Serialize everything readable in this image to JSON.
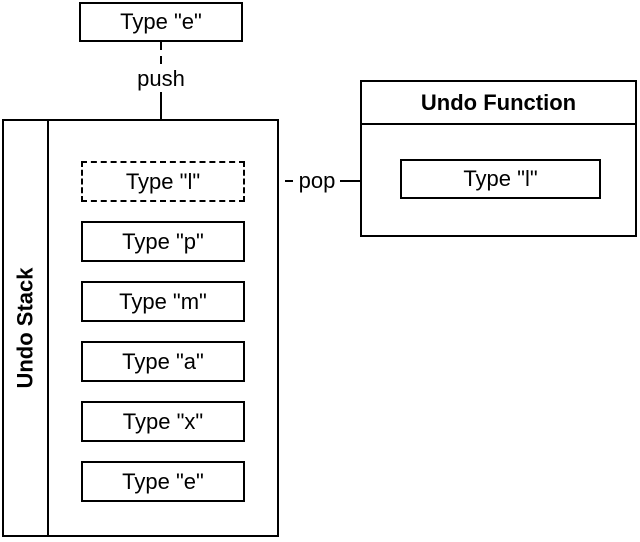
{
  "diagram": {
    "input_box": {
      "label": "Type \"e\""
    },
    "push_label": "push",
    "pop_label": "pop",
    "stack": {
      "title": "Undo Stack",
      "items": [
        {
          "label": "Type \"l\"",
          "border": "dashed"
        },
        {
          "label": "Type \"p\"",
          "border": "solid"
        },
        {
          "label": "Type \"m\"",
          "border": "solid"
        },
        {
          "label": "Type \"a\"",
          "border": "solid"
        },
        {
          "label": "Type \"x\"",
          "border": "solid"
        },
        {
          "label": "Type \"e\"",
          "border": "solid"
        }
      ]
    },
    "undo_function": {
      "title": "Undo Function",
      "item": {
        "label": "Type \"l\""
      }
    },
    "colors": {
      "line": "#000000",
      "text": "#000000",
      "background": "#ffffff"
    }
  }
}
